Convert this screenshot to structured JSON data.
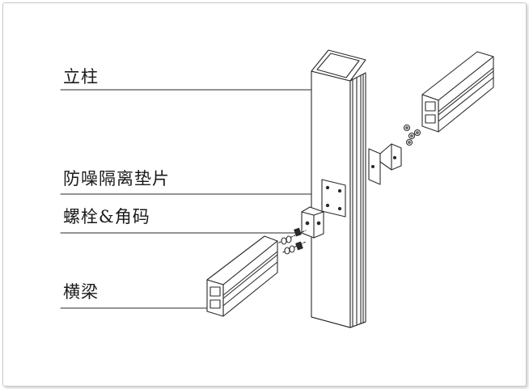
{
  "labels": {
    "column": "立柱",
    "spacer": "防噪隔离垫片",
    "bolt_bracket": "螺栓&角码",
    "beam": "横梁"
  },
  "colors": {
    "line": "#2a2a2a",
    "frame": "#c8c8c8",
    "background": "#ffffff"
  }
}
